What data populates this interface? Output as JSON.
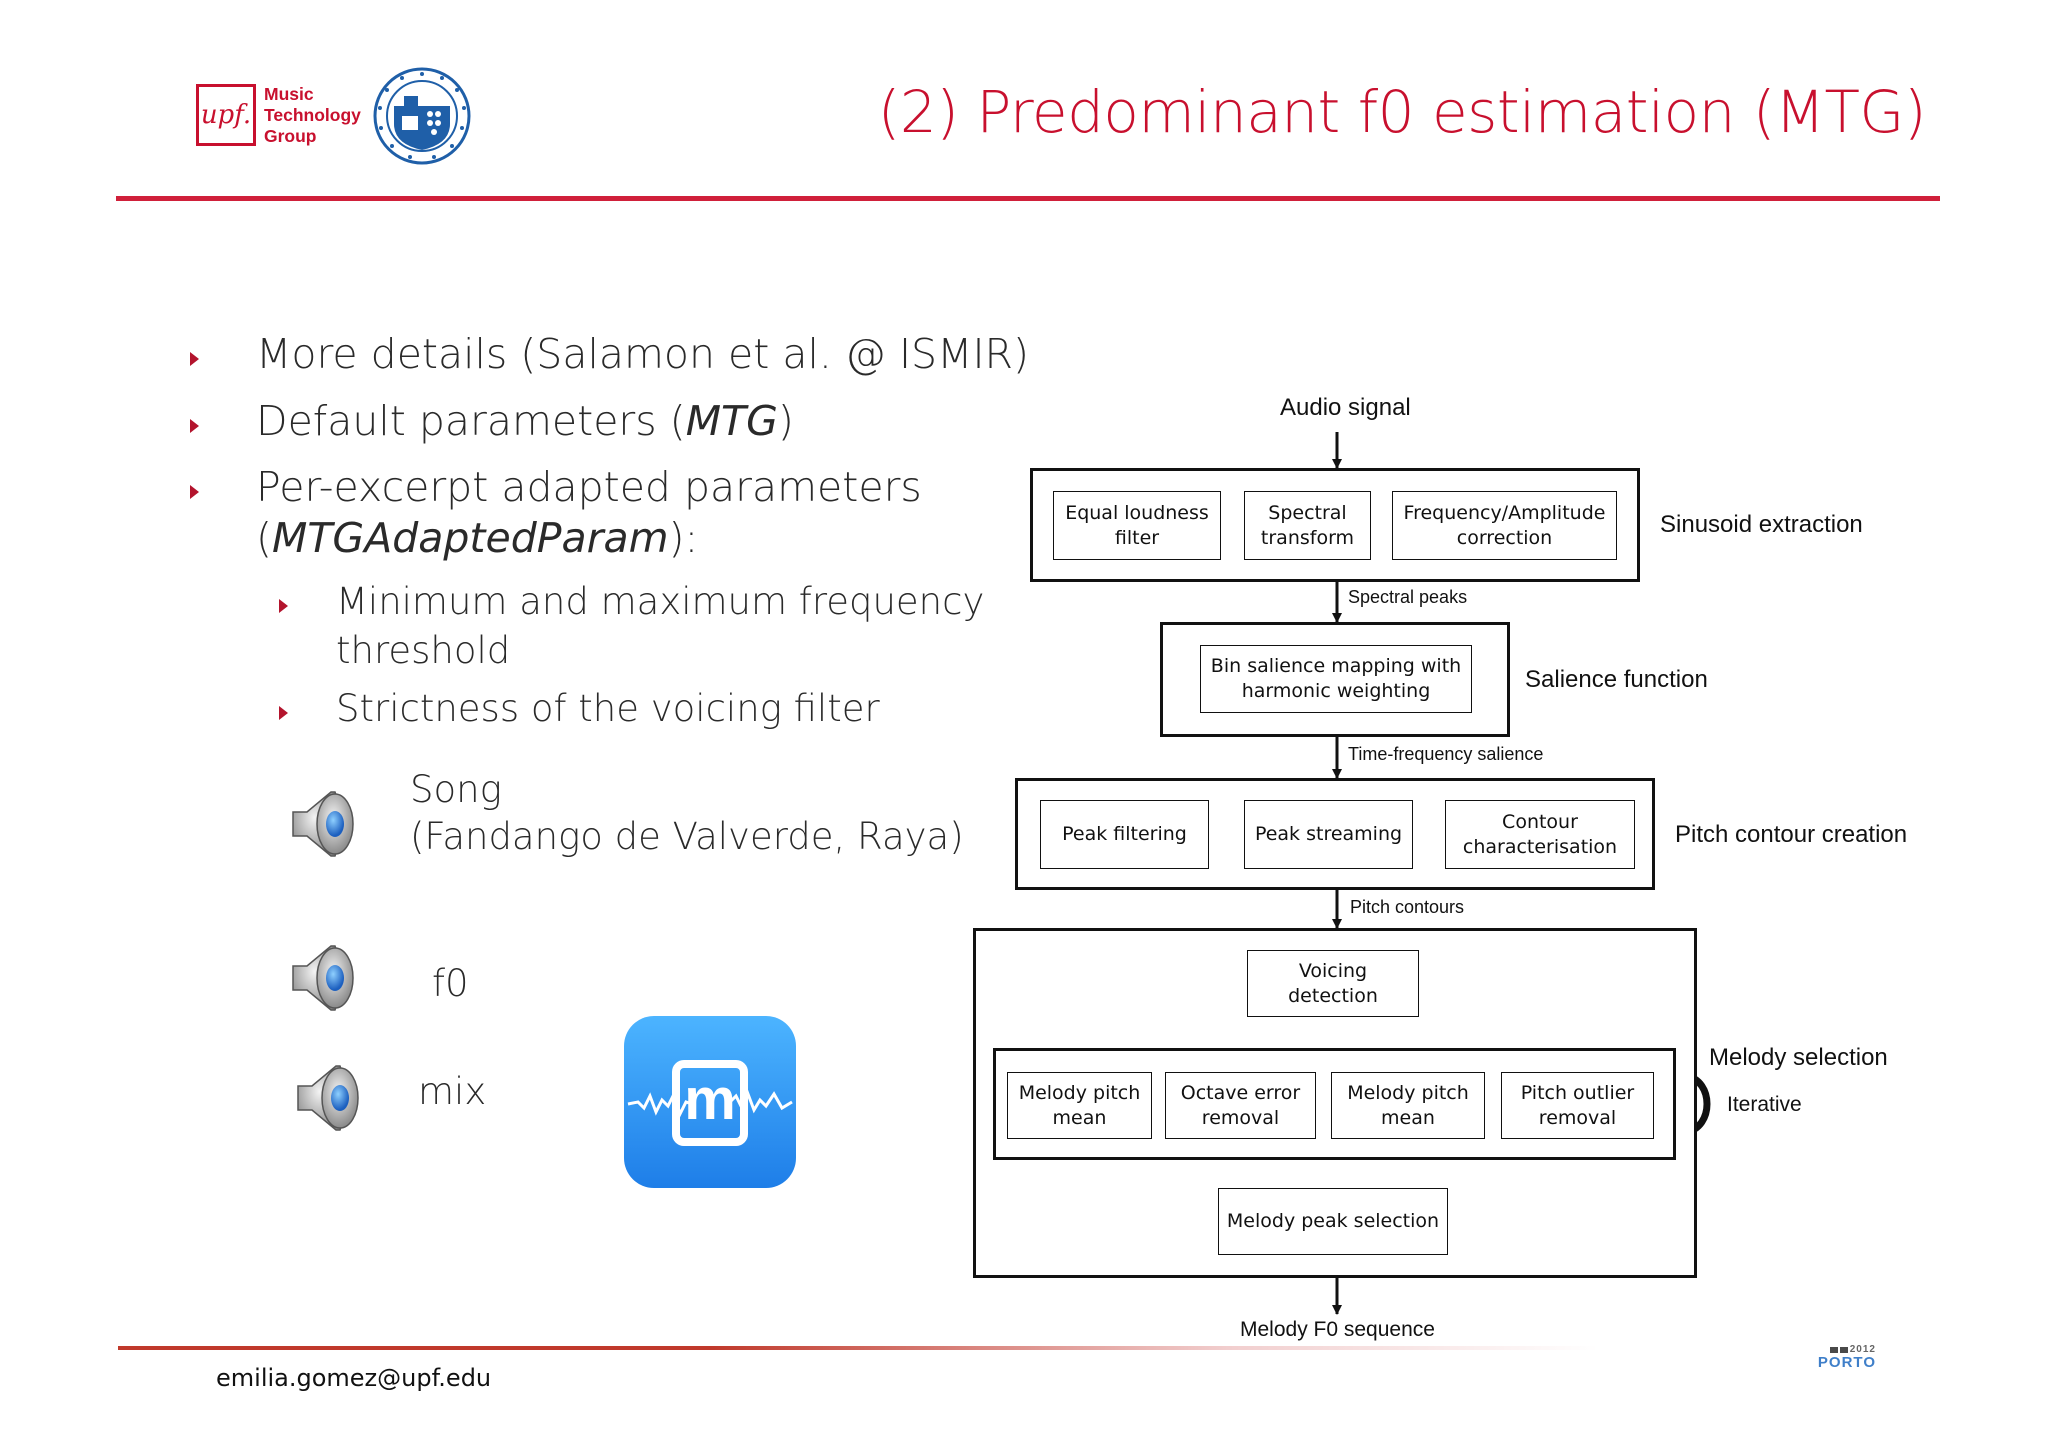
{
  "header": {
    "logo_abbr": "upf.",
    "logo_lines": [
      "Music",
      "Technology",
      "Group"
    ],
    "title": "(2) Predominant f0 estimation (MTG)"
  },
  "bullets": [
    {
      "text": "More details (Salamon et al. @ ISMIR)"
    },
    {
      "prefix": "Default parameters (",
      "italic": "MTG",
      "suffix": ")"
    },
    {
      "line1": "Per-excerpt adapted parameters",
      "prefix": "(",
      "italic": "MTGAdaptedParam",
      "suffix": "):"
    }
  ],
  "sub_bullets": [
    {
      "line1": "Minimum and maximum frequency",
      "line2": "threshold"
    },
    {
      "line1": "Strictness of the voicing filter"
    }
  ],
  "media": [
    {
      "line1": "Song",
      "line2": "(Fandango de Valverde, Raya)"
    },
    {
      "line1": "f0"
    },
    {
      "line1": "mix"
    }
  ],
  "app_icon_letter": "m",
  "diagram": {
    "input_label": "Audio signal",
    "output_label": "Melody F0 sequence",
    "stages": [
      {
        "name": "Sinusoid extraction",
        "boxes": [
          {
            "l1": "Equal loudness",
            "l2": "filter"
          },
          {
            "l1": "Spectral",
            "l2": "transform"
          },
          {
            "l1": "Frequency/Amplitude",
            "l2": "correction"
          }
        ],
        "out": "Spectral peaks"
      },
      {
        "name": "Salience function",
        "boxes": [
          {
            "l1": "Bin salience mapping with",
            "l2": "harmonic weighting"
          }
        ],
        "out": "Time-frequency salience"
      },
      {
        "name": "Pitch contour creation",
        "boxes": [
          {
            "l1": "Peak filtering"
          },
          {
            "l1": "Peak streaming"
          },
          {
            "l1": "Contour",
            "l2": "characterisation"
          }
        ],
        "out": "Pitch contours"
      },
      {
        "name": "Melody selection",
        "iterative": "Iterative",
        "voicing": {
          "l1": "Voicing",
          "l2": "detection"
        },
        "loop": [
          {
            "l1": "Melody pitch",
            "l2": "mean"
          },
          {
            "l1": "Octave error",
            "l2": "removal"
          },
          {
            "l1": "Melody pitch",
            "l2": "mean"
          },
          {
            "l1": "Pitch outlier",
            "l2": "removal"
          }
        ],
        "final": {
          "l1": "Melody peak selection"
        }
      }
    ]
  },
  "footer": {
    "email": "emilia.gomez@upf.edu",
    "event_year": "2012",
    "event_city": "PORTO"
  }
}
